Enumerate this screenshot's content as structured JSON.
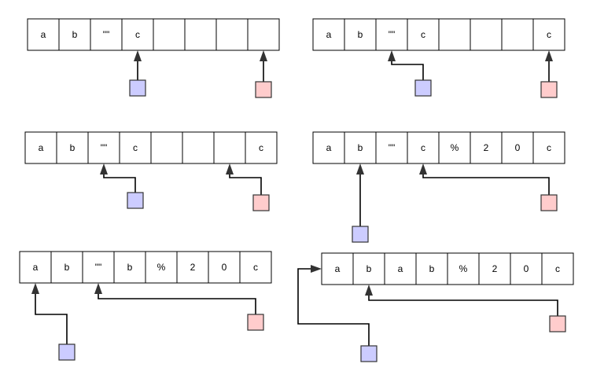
{
  "colors": {
    "slow_pointer": "#ccccff",
    "fast_pointer": "#ffcccc",
    "line": "#000000"
  },
  "panels": [
    {
      "name": "step-1",
      "cells": [
        "a",
        "b",
        "\"\"",
        "c",
        "",
        "",
        "",
        ""
      ]
    },
    {
      "name": "step-2",
      "cells": [
        "a",
        "b",
        "\"\"",
        "c",
        "",
        "",
        "",
        "c"
      ]
    },
    {
      "name": "step-3",
      "cells": [
        "a",
        "b",
        "\"\"",
        "c",
        "",
        "",
        "",
        "c"
      ]
    },
    {
      "name": "step-4",
      "cells": [
        "a",
        "b",
        "\"\"",
        "c",
        "%",
        "2",
        "0",
        "c"
      ]
    },
    {
      "name": "step-5",
      "cells": [
        "a",
        "b",
        "\"\"",
        "b",
        "%",
        "2",
        "0",
        "c"
      ]
    },
    {
      "name": "step-6",
      "cells": [
        "a",
        "b",
        "a",
        "b",
        "%",
        "2",
        "0",
        "c"
      ]
    }
  ]
}
